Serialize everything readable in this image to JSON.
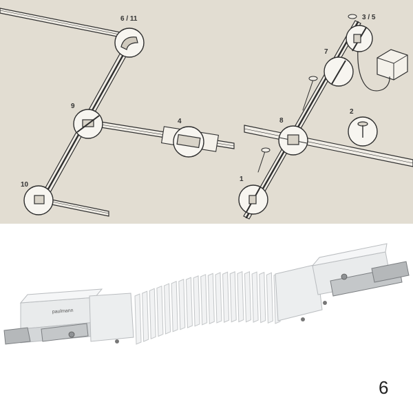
{
  "diagram": {
    "callouts": [
      {
        "id": "c-6-11",
        "text": "6 / 11"
      },
      {
        "id": "c-9",
        "text": "9"
      },
      {
        "id": "c-4",
        "text": "4"
      },
      {
        "id": "c-10",
        "text": "10"
      },
      {
        "id": "c-3-5",
        "text": "3 / 5"
      },
      {
        "id": "c-7",
        "text": "7"
      },
      {
        "id": "c-2",
        "text": "2"
      },
      {
        "id": "c-8",
        "text": "8"
      },
      {
        "id": "c-1",
        "text": "1"
      }
    ]
  },
  "product": {
    "brand_stamp": "paulmann",
    "figure_number": "6"
  },
  "colors": {
    "panel_bg": "#e2ddd2",
    "line": "#2e2e2e",
    "connector_body": "#e9ebec"
  }
}
